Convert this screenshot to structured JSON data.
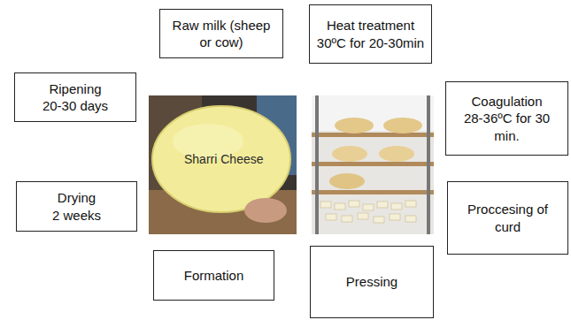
{
  "diagram": {
    "nodes": [
      {
        "text": [
          "Raw milk (sheep or cow)"
        ]
      },
      {
        "text": [
          "Heat treatment",
          "30ºC for 20-30min"
        ]
      },
      {
        "text": [
          "Ripening",
          "20-30 days"
        ]
      },
      {
        "text": [
          "Coagulation",
          "28-36ºC for 30 min."
        ]
      },
      {
        "text": [
          "Drying",
          "2 weeks"
        ]
      },
      {
        "text": [
          "Proccesing of curd"
        ]
      },
      {
        "text": [
          "Formation"
        ]
      },
      {
        "text": [
          "Pressing"
        ]
      }
    ],
    "labels": [
      "Sharri Cheese"
    ]
  }
}
